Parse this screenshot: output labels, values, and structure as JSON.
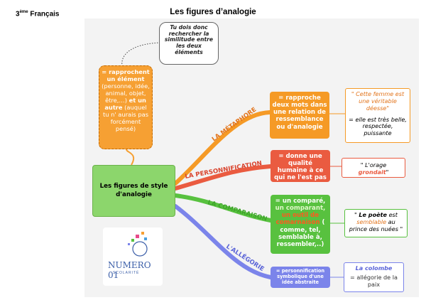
{
  "header": {
    "class_level": "3",
    "class_level_sup": "ème",
    "subject": "Français",
    "title": "Les figures d’analogie"
  },
  "note": {
    "text": "Tu dois donc rechercher la similitude entre les deux éléments"
  },
  "analogy_definition": {
    "part1": "= rapprochent un élément",
    "part2": " (personne, idée, animal, objet, être,…) ",
    "part3": "et un autre",
    "part4": " (auquel tu n' aurais pas forcément pensé)"
  },
  "center": {
    "label": "Les figures de style d'analogie"
  },
  "branches": [
    {
      "name": "LA MÉTAPHORE",
      "color": "#f59a26",
      "definition": "= rapproche deux mots dans une relation de ressemblance ou d'analogie",
      "example_quote_open": "\" ",
      "example_italic": "Cette femme est une véritable déesse",
      "example_quote_close": "\"",
      "example_explanation": "= elle est très belle, respectée, puissante"
    },
    {
      "name": "LA PERSONNIFICATION",
      "color": "#ea5b40",
      "definition": "= donne une qualité humaine à ce qui ne l'est pas",
      "example_quote_open": "\" ",
      "example_part1": "L'orage",
      "example_part2": "grondait",
      "example_quote_close": "\""
    },
    {
      "name": "LA COMPARAISON",
      "color": "#58c13f",
      "definition_part1": "= un comparé, ",
      "definition_part2": "un comparant, ",
      "definition_part3": "un outil de comarnaison",
      "definition_part4": " ( comme, tel, semblable à, ressembler,..)",
      "example_quote_open": "\" ",
      "example_bold": "Le poète",
      "example_middle": " est ",
      "example_orange": "semblable",
      "example_end": " au prince des nuées",
      "example_quote_close": " \""
    },
    {
      "name": "L'ALLÉGORIE",
      "color": "#7b84ea",
      "definition": "= personnification symbolique d'une idée abstraite",
      "example_title": "La colombe",
      "example_explanation": "= allégorie de la paix"
    }
  ],
  "logo": {
    "text": "NUMERO 01",
    "sub": "SCOLARITÉ"
  }
}
